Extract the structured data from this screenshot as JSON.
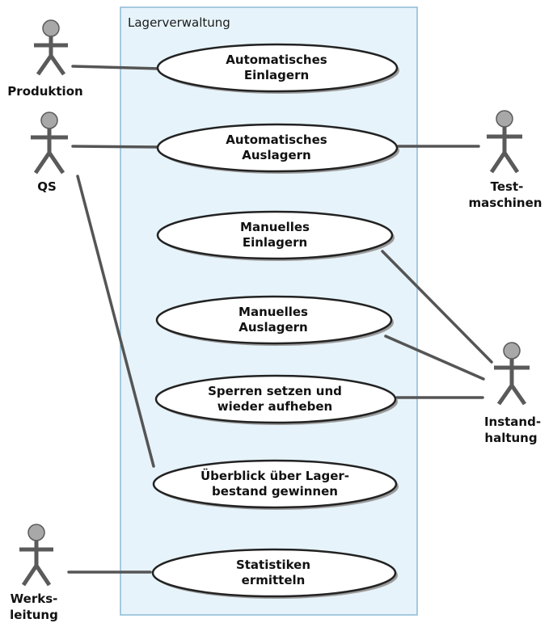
{
  "system": {
    "label": "Lagerverwaltung"
  },
  "use_cases": [
    {
      "id": "uc1",
      "lines": [
        "Automatisches",
        "Einlagern"
      ]
    },
    {
      "id": "uc2",
      "lines": [
        "Automatisches",
        "Auslagern"
      ]
    },
    {
      "id": "uc3",
      "lines": [
        "Manuelles",
        "Einlagern"
      ]
    },
    {
      "id": "uc4",
      "lines": [
        "Manuelles",
        "Auslagern"
      ]
    },
    {
      "id": "uc5",
      "lines": [
        "Sperren setzen und",
        "wieder aufheben"
      ]
    },
    {
      "id": "uc6",
      "lines": [
        "Überblick über Lager-",
        "bestand gewinnen"
      ]
    },
    {
      "id": "uc7",
      "lines": [
        "Statistiken",
        "ermitteln"
      ]
    }
  ],
  "actors": [
    {
      "id": "produktion",
      "lines": [
        "Produktion"
      ]
    },
    {
      "id": "qs",
      "lines": [
        "QS"
      ]
    },
    {
      "id": "testmaschinen",
      "lines": [
        "Test-",
        "maschinen"
      ]
    },
    {
      "id": "instandhaltung",
      "lines": [
        "Instand-",
        "haltung"
      ]
    },
    {
      "id": "werksleitung",
      "lines": [
        "Werks-",
        "leitung"
      ]
    }
  ],
  "colors": {
    "system_fill": "#e6f3fb",
    "system_border": "#8bbad6",
    "actor_fill": "#a8a8a8",
    "actor_stroke": "#5a5a5a",
    "line": "#555555",
    "ellipse_fill": "#ffffff",
    "ellipse_stroke": "#222222",
    "ellipse_shadow": "#9a9a9a"
  }
}
